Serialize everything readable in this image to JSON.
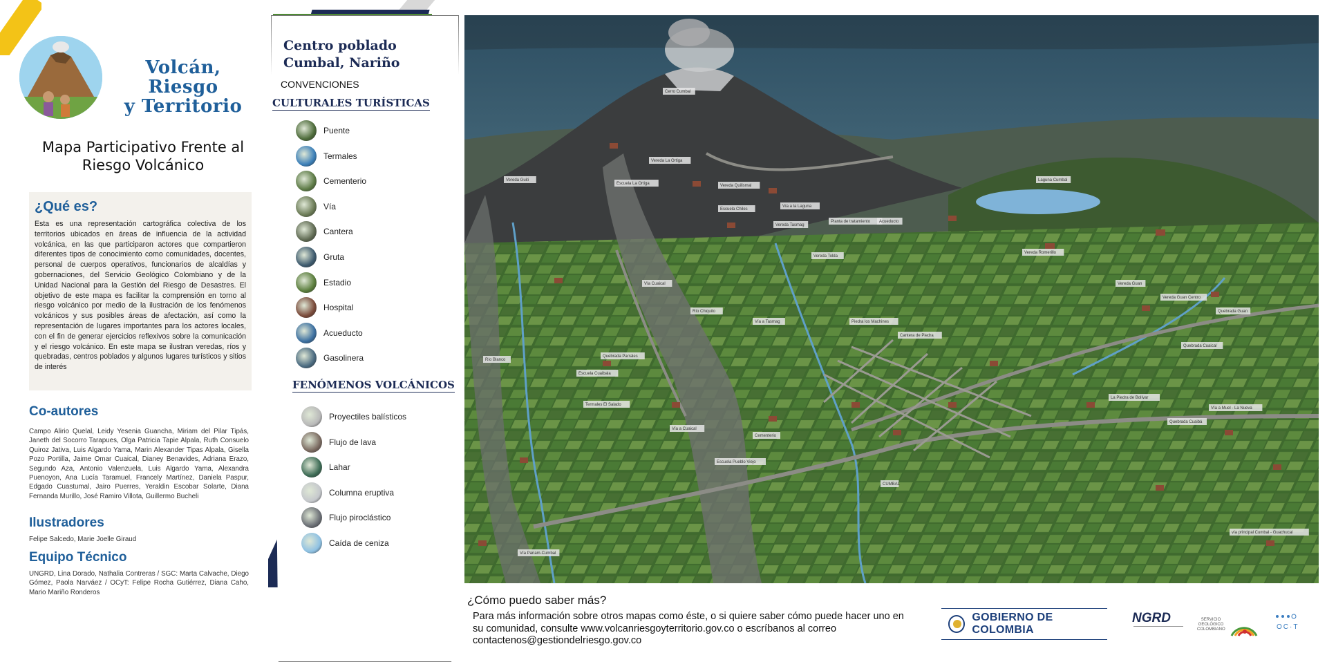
{
  "header": {
    "logo_title_line1": "Volcán, Riesgo",
    "logo_title_line2": "y Territorio",
    "subtitle_line1": "Mapa Participativo Frente al",
    "subtitle_line2": "Riesgo Volcánico"
  },
  "que_es": {
    "title": "¿Qué es?",
    "text": "Esta es una representación cartográfica colectiva de los territorios ubicados en áreas de influencia de la actividad volcánica, en las que participaron actores que compartieron diferentes tipos de conocimiento como comunidades, docentes, personal de cuerpos operativos, funcionarios de alcaldías y gobernaciones, del Servicio Geológico Colombiano y de la Unidad Nacional para la Gestión del Riesgo de Desastres. El objetivo de este mapa es facilitar la comprensión en torno al riesgo volcánico por medio de la ilustración de los fenómenos volcánicos y sus posibles áreas de afectación, así como la representación de lugares importantes para los actores locales, con el fin de generar ejercicios reflexivos sobre la comunicación y el riesgo volcánico. En este mapa se ilustran veredas, ríos y quebradas, centros poblados y algunos lugares turísticos y sitios de interés"
  },
  "coautores": {
    "title": "Co-autores",
    "text": "Campo Alirio Quelal, Leidy Yesenia Guancha, Miriam del Pilar Tipás, Janeth del Socorro Tarapues, Olga Patricia Tapie Alpala, Ruth Consuelo Quiroz Jativa, Luis Algardo Yama, Marin Alexander Tipas Alpala, Gisella Pozo Portilla, Jaime Omar Cuaical, Dianey Benavides, Adriana Erazo, Segundo Aza, Antonio Valenzuela, Luis Algardo Yama, Alexandra Puenoyon, Ana Lucía Taramuel, Francely Martínez, Daniela Paspur, Edgado Cuastumal, Jairo Puerres, Yeraldin Escobar Solarte, Diana Fernanda Murillo, José Ramiro Villota, Guillermo Bucheli"
  },
  "ilustradores": {
    "title": "Ilustradores",
    "text": "Felipe Salcedo, Marie Joelle Giraud"
  },
  "equipo": {
    "title": "Equipo Técnico",
    "text": "UNGRD, Lina Dorado, Nathalia Contreras / SGC: Marta Calvache, Diego Gómez, Paola Narváez / OCyT: Felipe Rocha Gutiérrez, Diana Caho, Mario Mariño Ronderos"
  },
  "legend": {
    "place_line1": "Centro poblado",
    "place_line2": "Cumbal, Nariño",
    "convenciones": "CONVENCIONES",
    "culturales_title": "CULTURALES TURÍSTICAS",
    "culturales": [
      {
        "label": "Puente",
        "icon": "bridge-icon",
        "color": "#4d6b3a"
      },
      {
        "label": "Termales",
        "icon": "hot-springs-icon",
        "color": "#3b7fb8"
      },
      {
        "label": "Cementerio",
        "icon": "cemetery-icon",
        "color": "#5c7a45"
      },
      {
        "label": "Vía",
        "icon": "road-icon",
        "color": "#6a7a55"
      },
      {
        "label": "Cantera",
        "icon": "quarry-icon",
        "color": "#5f6a52"
      },
      {
        "label": "Gruta",
        "icon": "grotto-icon",
        "color": "#3d5a6e"
      },
      {
        "label": "Estadio",
        "icon": "stadium-icon",
        "color": "#5a7d3c"
      },
      {
        "label": "Hospital",
        "icon": "hospital-icon",
        "color": "#7a4a3a"
      },
      {
        "label": "Acueducto",
        "icon": "aqueduct-icon",
        "color": "#3b6fa0"
      },
      {
        "label": "Gasolinera",
        "icon": "gas-station-icon",
        "color": "#4a6a80"
      }
    ],
    "fenomenos_title": "FENÓMENOS VOLCÁNICOS",
    "fenomenos": [
      {
        "label": "Proyectiles balísticos",
        "icon": "ballistic-projectiles-icon",
        "color": "#b9b9b9"
      },
      {
        "label": "Flujo de lava",
        "icon": "lava-flow-icon",
        "color": "#7a6a60"
      },
      {
        "label": "Lahar",
        "icon": "lahar-icon",
        "color": "#3d6b55"
      },
      {
        "label": "Columna eruptiva",
        "icon": "eruptive-column-icon",
        "color": "#c5c8cc"
      },
      {
        "label": "Flujo piroclástico",
        "icon": "pyroclastic-flow-icon",
        "color": "#6b6f75"
      },
      {
        "label": "Caída de ceniza",
        "icon": "ash-fall-icon",
        "color": "#8ec1e3"
      }
    ]
  },
  "map": {
    "labels": [
      {
        "text": "Cerro Cumbal"
      },
      {
        "text": "Vereda Guiti"
      },
      {
        "text": "Vereda La Ortiga"
      },
      {
        "text": "Escuela La Ortiga"
      },
      {
        "text": "Vereda Quilismal"
      },
      {
        "text": "Escuela Chiles"
      },
      {
        "text": "Laguna Cumbal"
      },
      {
        "text": "Vía a la Laguna"
      },
      {
        "text": "Vereda Tasmag"
      },
      {
        "text": "Planta de tratamiento"
      },
      {
        "text": "Acueducto"
      },
      {
        "text": "Vereda Tolda"
      },
      {
        "text": "Vereda Romerillo"
      },
      {
        "text": "Vereda Guan"
      },
      {
        "text": "Vereda Guan Centro"
      },
      {
        "text": "Vía Cuaical"
      },
      {
        "text": "Río Chiquito"
      },
      {
        "text": "Vía a Tasmag"
      },
      {
        "text": "Piedra los Machines"
      },
      {
        "text": "Cantera de Piedra"
      },
      {
        "text": "Quebrada Cuaical"
      },
      {
        "text": "Quebrada Guan"
      },
      {
        "text": "Río Blanco"
      },
      {
        "text": "Quebrada Parrales"
      },
      {
        "text": "Escuela Cuaibala"
      },
      {
        "text": "Termales El Salado"
      },
      {
        "text": "Vía a Cuaical"
      },
      {
        "text": "Cementerio"
      },
      {
        "text": "Escuela Pueblo Viejo"
      },
      {
        "text": "Vía a Muel - La Nueva"
      },
      {
        "text": "Quebrada Cuaibá"
      },
      {
        "text": "La Piedra de Bolívar"
      },
      {
        "text": "CUMBAL"
      },
      {
        "text": "Vía Panam-Cumbal"
      },
      {
        "text": "vía principal Cumbal - Guachucal"
      }
    ]
  },
  "footer": {
    "more_title": "¿Cómo puedo saber más?",
    "more_text": "Para más información sobre  otros mapas como éste, o si quiere saber cómo puede hacer uno en su comunidad, consulte www.volcanriesgoyterritorio.gov.co o escríbanos al correo contactenos@gestiondelriesgo.gov.co",
    "gov_text": "GOBIERNO DE COLOMBIA",
    "ngrd": "NGRD",
    "sgc_text": "SERVICIO GEOLÓGICO COLOMBIANO",
    "ocyt": "OC·T"
  }
}
